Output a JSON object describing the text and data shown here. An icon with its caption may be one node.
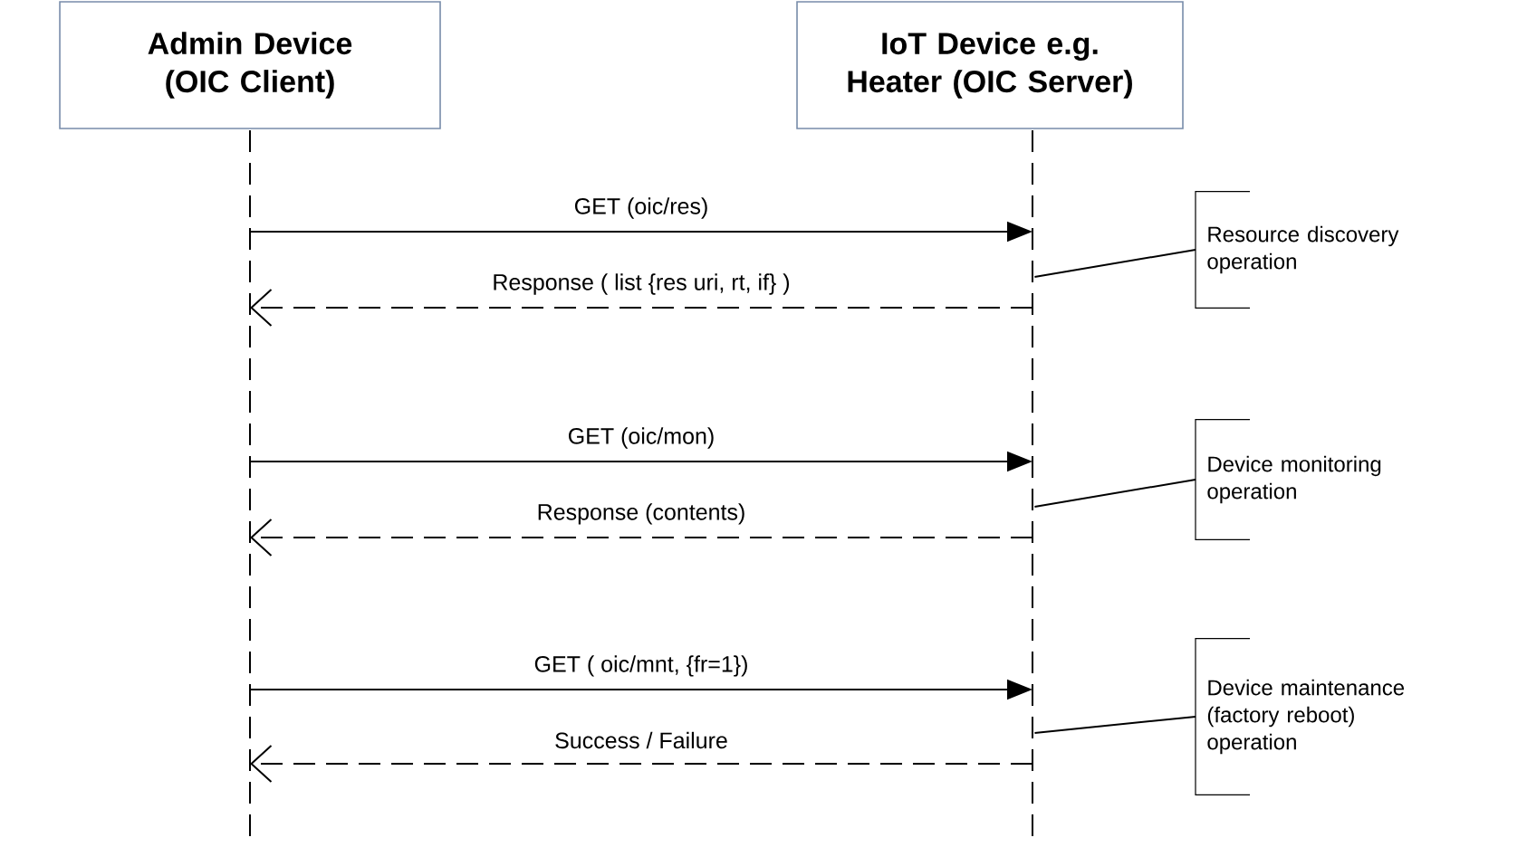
{
  "diagram": {
    "nodes": [
      {
        "text": [
          "Admin Device (OIC Client)"
        ]
      },
      {
        "text": [
          "IoT Device e.g. Heater (OIC Server)"
        ]
      },
      {
        "text": [],
        "shape": "lifeline"
      },
      {
        "text": [],
        "shape": "lifeline"
      },
      {
        "text": [
          "Resource discovery operation"
        ]
      },
      {
        "text": [
          "Device monitoring operation"
        ]
      },
      {
        "text": [
          "Device maintenance (factory reboot) operation"
        ]
      }
    ],
    "edges": [
      {
        "from": 2,
        "to": 3,
        "arrow": "to",
        "label": "GET (oic/res)"
      },
      {
        "from": 3,
        "to": 2,
        "arrow": "to",
        "label": "Response ( list {res uri, rt, if} )",
        "style": "dashed"
      },
      {
        "from": 2,
        "to": 3,
        "arrow": "to",
        "label": "GET (oic/mon)"
      },
      {
        "from": 3,
        "to": 2,
        "arrow": "to",
        "label": "Response (contents)",
        "style": "dashed"
      },
      {
        "from": 2,
        "to": 3,
        "arrow": "to",
        "label": "GET ( oic/mnt, {fr=1})"
      },
      {
        "from": 3,
        "to": 2,
        "arrow": "to",
        "label": "Success / Failure",
        "style": "dashed"
      },
      {
        "from": 4,
        "to": 3,
        "arrow": "none"
      },
      {
        "from": 5,
        "to": 3,
        "arrow": "none"
      },
      {
        "from": 6,
        "to": 3,
        "arrow": "none"
      }
    ]
  }
}
